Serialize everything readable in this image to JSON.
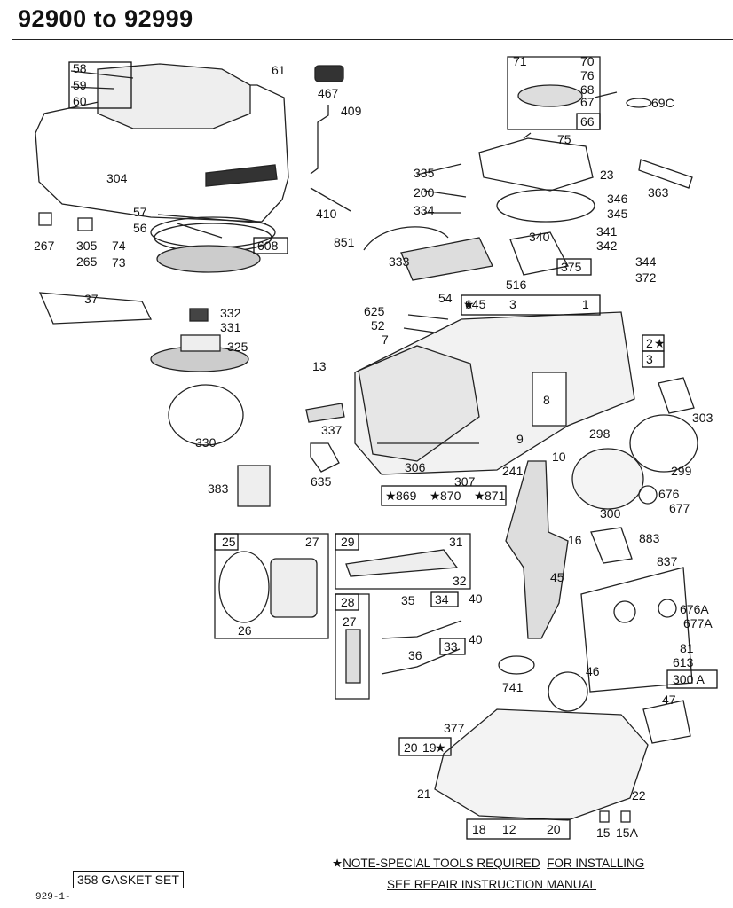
{
  "page_title": "92900 to 92999",
  "gasket_set": "358 GASKET SET",
  "note": {
    "star": "★",
    "part1": "NOTE-SPECIAL TOOLS REQUIRED",
    "part2": "FOR INSTALLING",
    "line2": "SEE REPAIR INSTRUCTION MANUAL"
  },
  "page_number": "929-1-",
  "part_labels": {
    "p58": "58",
    "p59": "59",
    "p60": "60",
    "p61": "61",
    "p304": "304",
    "p57": "57",
    "p56": "56",
    "p608": "608",
    "p267": "267",
    "p305": "305",
    "p265": "265",
    "p74": "74",
    "p73": "73",
    "p467": "467",
    "p409": "409",
    "p410": "410",
    "p851": "851",
    "p71": "71",
    "p70": "70",
    "p76": "76",
    "p68": "68",
    "p67": "67",
    "p66": "66",
    "p69c": "69C",
    "p75": "75",
    "p335": "335",
    "p200": "200",
    "p334": "334",
    "p23": "23",
    "p346": "346",
    "p345": "345",
    "p363": "363",
    "p340": "340",
    "p341": "341",
    "p342": "342",
    "p333": "333",
    "p375": "375",
    "p344": "344",
    "p516": "516",
    "p372": "372",
    "p54": "54",
    "p37": "37",
    "p332": "332",
    "p331": "331",
    "p325": "325",
    "p625": "625",
    "p52": "52",
    "p7": "7",
    "p645": "645",
    "p3a": "3",
    "p1": "1",
    "p2": "2",
    "p3b": "3",
    "p13": "13",
    "p330": "330",
    "p8": "8",
    "p303": "303",
    "p337": "337",
    "p298": "298",
    "p10": "10",
    "p9": "9",
    "p299": "299",
    "p635": "635",
    "p306": "306",
    "p307": "307",
    "p241": "241",
    "p869": "869",
    "p870": "870",
    "p871": "871",
    "p383": "383",
    "p676": "676",
    "p677": "677",
    "p300": "300",
    "p25": "25",
    "p27a": "27",
    "p29": "29",
    "p31": "31",
    "p32": "32",
    "p16": "16",
    "p883": "883",
    "p837": "837",
    "p45": "45",
    "p26": "26",
    "p28": "28",
    "p27b": "27",
    "p35": "35",
    "p34": "34",
    "p40a": "40",
    "p40b": "40",
    "p36": "36",
    "p33": "33",
    "p676a": "676A",
    "p677a": "677A",
    "p81": "81",
    "p613": "613",
    "p300a": "300 A",
    "p741": "741",
    "p46": "46",
    "p47": "47",
    "p377": "377",
    "p20a": "20",
    "p19": "19",
    "p21": "21",
    "p22": "22",
    "p18": "18",
    "p12": "12",
    "p20b": "20",
    "p15": "15",
    "p15a": "15A"
  }
}
